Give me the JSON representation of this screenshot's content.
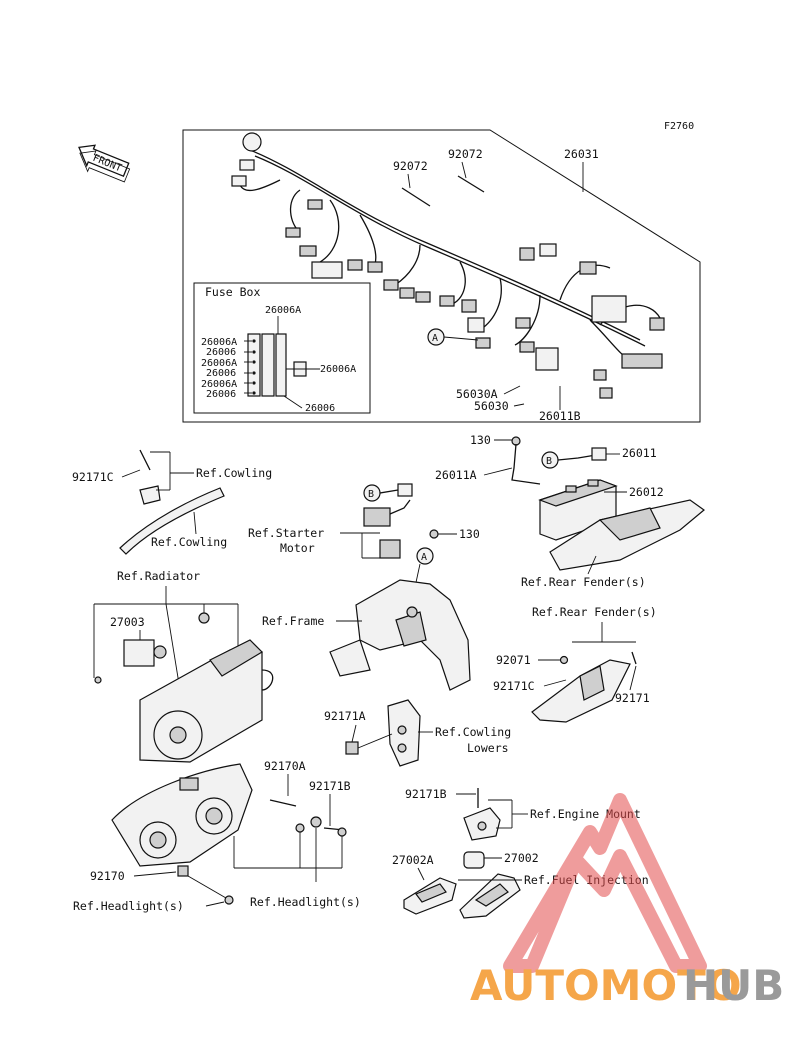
{
  "figure_code": "F2760",
  "front_label": "FRONT",
  "fuse_box": {
    "title": "Fuse Box",
    "labels": [
      "26006A",
      "26006",
      "26006A",
      "26006A",
      "26006",
      "26006A",
      "26006",
      "26006A",
      "26006"
    ]
  },
  "parts": {
    "p26031": "26031",
    "p92072a": "92072",
    "p92072b": "92072",
    "p56030a": "56030A",
    "p56030": "56030",
    "p26011b": "26011B",
    "p130a": "130",
    "p26011": "26011",
    "p26011a": "26011A",
    "p26012": "26012",
    "p130b": "130",
    "p92171c_top": "92171C",
    "p27003": "27003",
    "p92071": "92071",
    "p92171c_rr": "92171C",
    "p92171_rr": "92171",
    "p92171a": "92171A",
    "p92170a": "92170A",
    "p92171b_hl": "92171B",
    "p92171b_em": "92171B",
    "p92170": "92170",
    "p27002a": "27002A",
    "p27002": "27002"
  },
  "refs": {
    "cowling1": "Ref.Cowling",
    "cowling2": "Ref.Cowling",
    "starter1": "Ref.Starter",
    "starter2": "Motor",
    "radiator": "Ref.Radiator",
    "frame": "Ref.Frame",
    "rear_fender1": "Ref.Rear Fender(s)",
    "rear_fender2": "Ref.Rear Fender(s)",
    "cowling_lowers1": "Ref.Cowling",
    "cowling_lowers2": "Lowers",
    "engine_mount": "Ref.Engine Mount",
    "fuel_injection": "Ref.Fuel Injection",
    "headlight1": "Ref.Headlight(s)",
    "headlight2": "Ref.Headlight(s)"
  },
  "callouts": {
    "a1": "A",
    "a2": "A",
    "b1": "B",
    "b2": "B"
  },
  "watermark": {
    "part1": "AUTOMOTO",
    "part2": "HUB",
    "color1": "#f5a64a",
    "color2": "#9a9a9a",
    "triangle_color": "#e24a4a"
  }
}
